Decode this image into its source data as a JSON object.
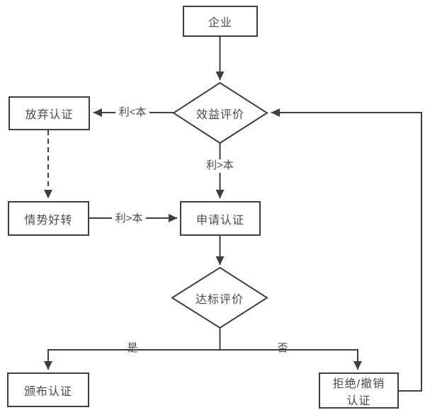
{
  "colors": {
    "line": "#3e3e3e",
    "text": "#4a4a4a",
    "background": "#ffffff"
  },
  "nodes": {
    "enterprise": {
      "label": "企业"
    },
    "benefit_evaluation": {
      "label": "效益评价"
    },
    "abandon_certification": {
      "label": "放弃认证"
    },
    "situation_improves": {
      "label": "情势好转"
    },
    "apply_certification": {
      "label": "申请认证"
    },
    "compliance_evaluation": {
      "label": "达标评价"
    },
    "issue_certification": {
      "label": "颁布认证"
    },
    "reject_revoke_certification": {
      "label": "拒绝/撤销认证"
    }
  },
  "edge_labels": {
    "profit_less_than_cost": "利<本",
    "profit_greater_than_cost_down": "利>本",
    "profit_greater_than_cost_right": "利>本",
    "yes": "是",
    "no": "否"
  }
}
